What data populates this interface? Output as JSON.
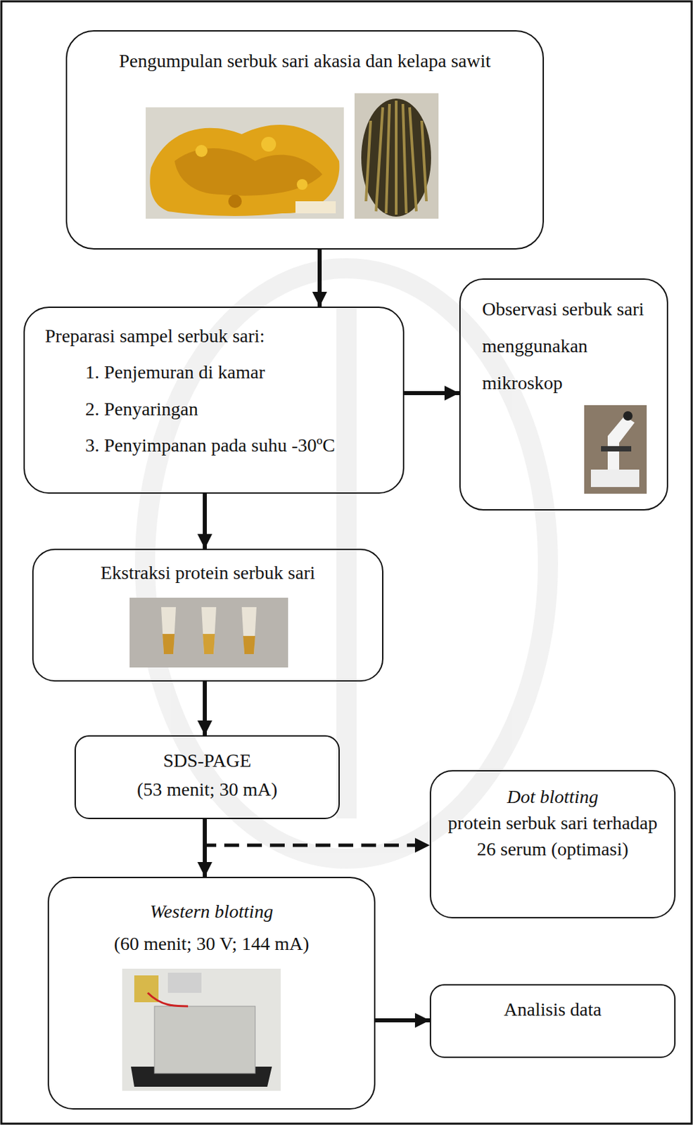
{
  "diagram": {
    "nodes": [
      {
        "text": [
          "Pengumpulan serbuk sari akasia dan kelapa sawit"
        ]
      },
      {
        "text": [
          "Preparasi sampel serbuk sari:",
          "1. Penjemuran di kamar",
          "2. Penyaringan",
          "3. Penyimpanan pada suhu -30ºC"
        ]
      },
      {
        "text": [
          "Observasi serbuk sari menggunakan mikroskop"
        ]
      },
      {
        "text": [
          "Ekstraksi protein serbuk sari"
        ]
      },
      {
        "text": [
          "SDS-PAGE",
          "(53 menit; 30 mA)"
        ]
      },
      {
        "text": [
          "Dot blotting",
          "protein serbuk sari terhadap 26 serum (optimasi)"
        ]
      },
      {
        "text": [
          "Western blotting",
          "(60 menit; 30 V; 144 mA)"
        ]
      },
      {
        "text": [
          "Analisis data"
        ]
      }
    ],
    "edges": [
      {
        "from": 0,
        "to": 1,
        "arrow": "to"
      },
      {
        "from": 1,
        "to": 2,
        "arrow": "to"
      },
      {
        "from": 1,
        "to": 3,
        "arrow": "to"
      },
      {
        "from": 3,
        "to": 4,
        "arrow": "to"
      },
      {
        "from": 4,
        "to": 6,
        "arrow": "to"
      },
      {
        "from": 4,
        "to": 5,
        "arrow": "to"
      },
      {
        "from": 6,
        "to": 7,
        "arrow": "to"
      }
    ]
  }
}
